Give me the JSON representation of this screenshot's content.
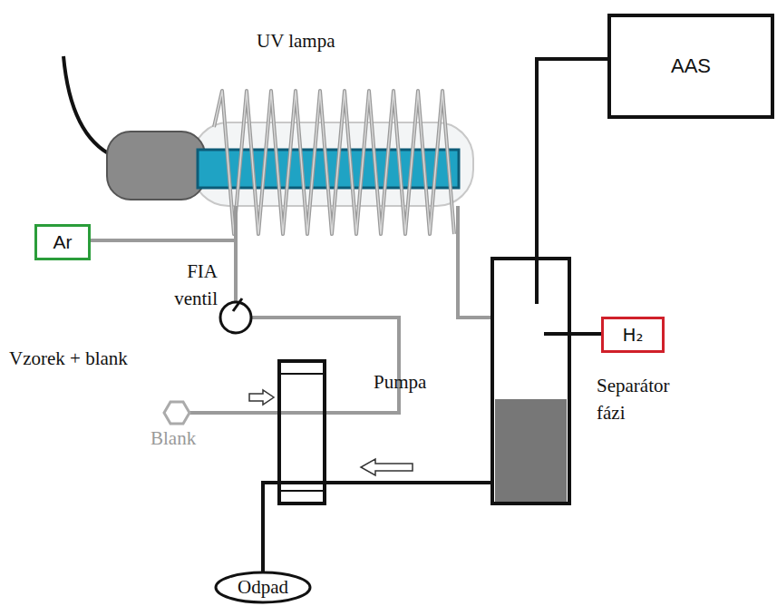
{
  "diagram": {
    "nodes": [
      {
        "text": [
          "AAS"
        ]
      },
      {
        "text": [
          "Ar"
        ]
      },
      {
        "text": [
          "H₂"
        ]
      },
      {
        "text": [
          "Odpad"
        ]
      }
    ],
    "labels": [
      "UV lampa",
      "FIA ventil",
      "Vzorek + blank",
      "Pumpa",
      "Blank",
      "Separátor fázi"
    ]
  }
}
